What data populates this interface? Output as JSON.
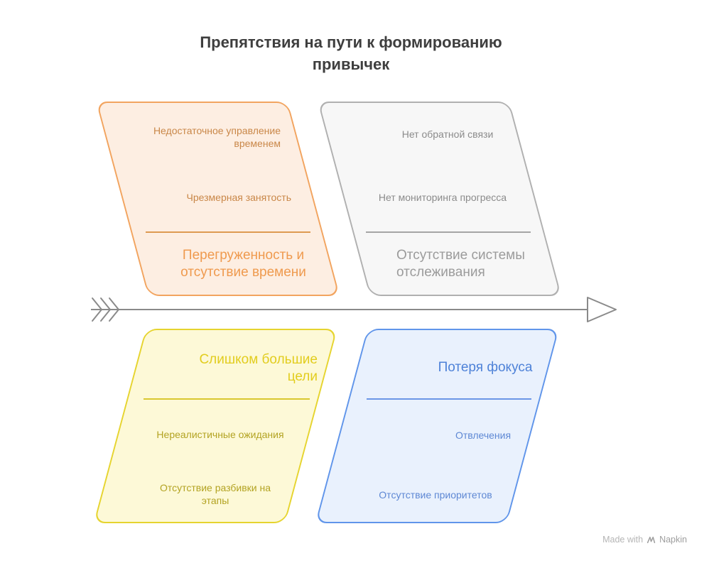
{
  "title": {
    "text": "Препятствия на пути к формированию привычек",
    "color": "#3e3e3e"
  },
  "branches": {
    "overload": {
      "title": "Перегруженность и отсутствие времени",
      "items": [
        "Недостаточное управление временем",
        "Чрезмерная занятость"
      ],
      "colors": {
        "border": "#f2a45f",
        "fill": "#fdeee2",
        "title": "#ef9a4e",
        "items": "#c98748"
      }
    },
    "tracking": {
      "title": "Отсутствие системы отслеживания",
      "items": [
        "Нет обратной связи",
        "Нет мониторинга прогресса"
      ],
      "colors": {
        "border": "#b0b0b0",
        "fill": "#f7f7f7",
        "title": "#9b9b9b",
        "items": "#8b8b8b"
      }
    },
    "goals": {
      "title": "Слишком большие цели",
      "items": [
        "Нереалистичные ожидания",
        "Отсутствие разбивки на этапы"
      ],
      "colors": {
        "border": "#e6d42f",
        "fill": "#fdf9d7",
        "title": "#e2cd1e",
        "items": "#b3a322"
      }
    },
    "focus": {
      "title": "Потеря фокуса",
      "items": [
        "Отвлечения",
        "Отсутствие приоритетов"
      ],
      "colors": {
        "border": "#6095ea",
        "fill": "#e9f1fd",
        "title": "#4e82d8",
        "items": "#5e88d4"
      }
    }
  },
  "arrow": {
    "color": "#8a8a8a"
  },
  "footer": {
    "made_with": "Made with",
    "brand": "Napkin"
  }
}
